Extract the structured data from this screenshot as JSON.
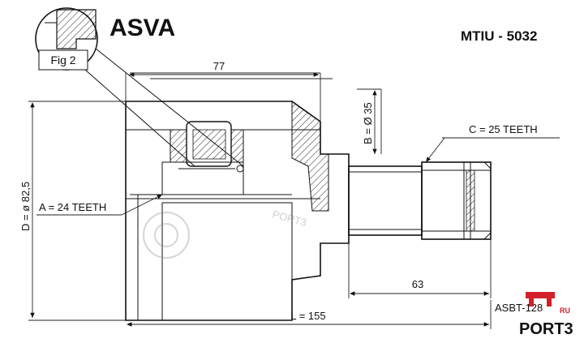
{
  "header": {
    "brand": "ASVA",
    "part_number": "MTIU - 5032"
  },
  "figure": {
    "label": "Fig 2"
  },
  "dimensions": {
    "overall_length": "77",
    "bore_diameter": "B = Ø 35",
    "outer_teeth": "C = 25 TEETH",
    "outer_diameter": "D = ø 82,5",
    "inner_teeth": "A = 24 TEETH",
    "shaft_length": "63",
    "total_length": "L = 155"
  },
  "footer": {
    "watermark_code": "ASBT-128",
    "logo_text": "PORT3",
    "logo_ru": "RU",
    "logo_color": "#d4202a"
  },
  "colors": {
    "line": "#111111",
    "hatch": "#222222",
    "background": "#ffffff"
  }
}
